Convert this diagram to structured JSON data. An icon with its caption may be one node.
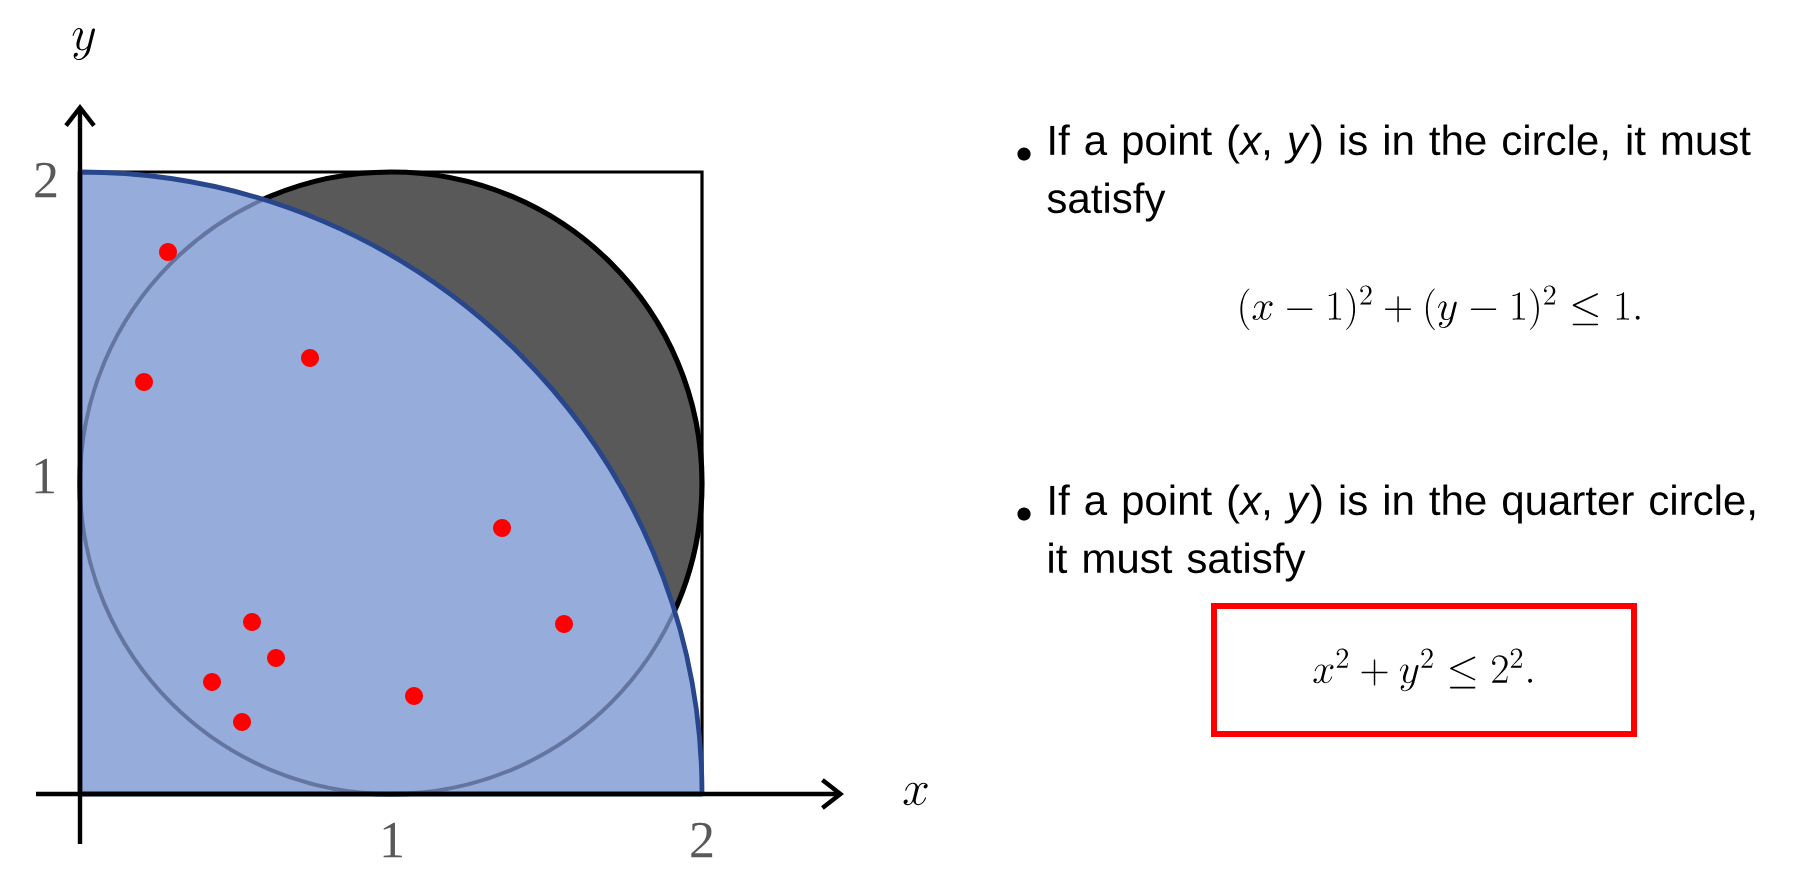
{
  "diagram": {
    "nodes": [
      {
        "text": [
          "x^2+y^2\\le 2^2."
        ]
      }
    ],
    "labels": [
      "y",
      "2",
      "1",
      "x",
      "1",
      "2",
      "If a point (*x*, *y*) is in the circle, it must satisfy",
      "(x-1)^2+(y-1)^2\\le 1.",
      "If a point (*x*, *y*) is in the quarter circle, it must satisfy"
    ]
  }
}
